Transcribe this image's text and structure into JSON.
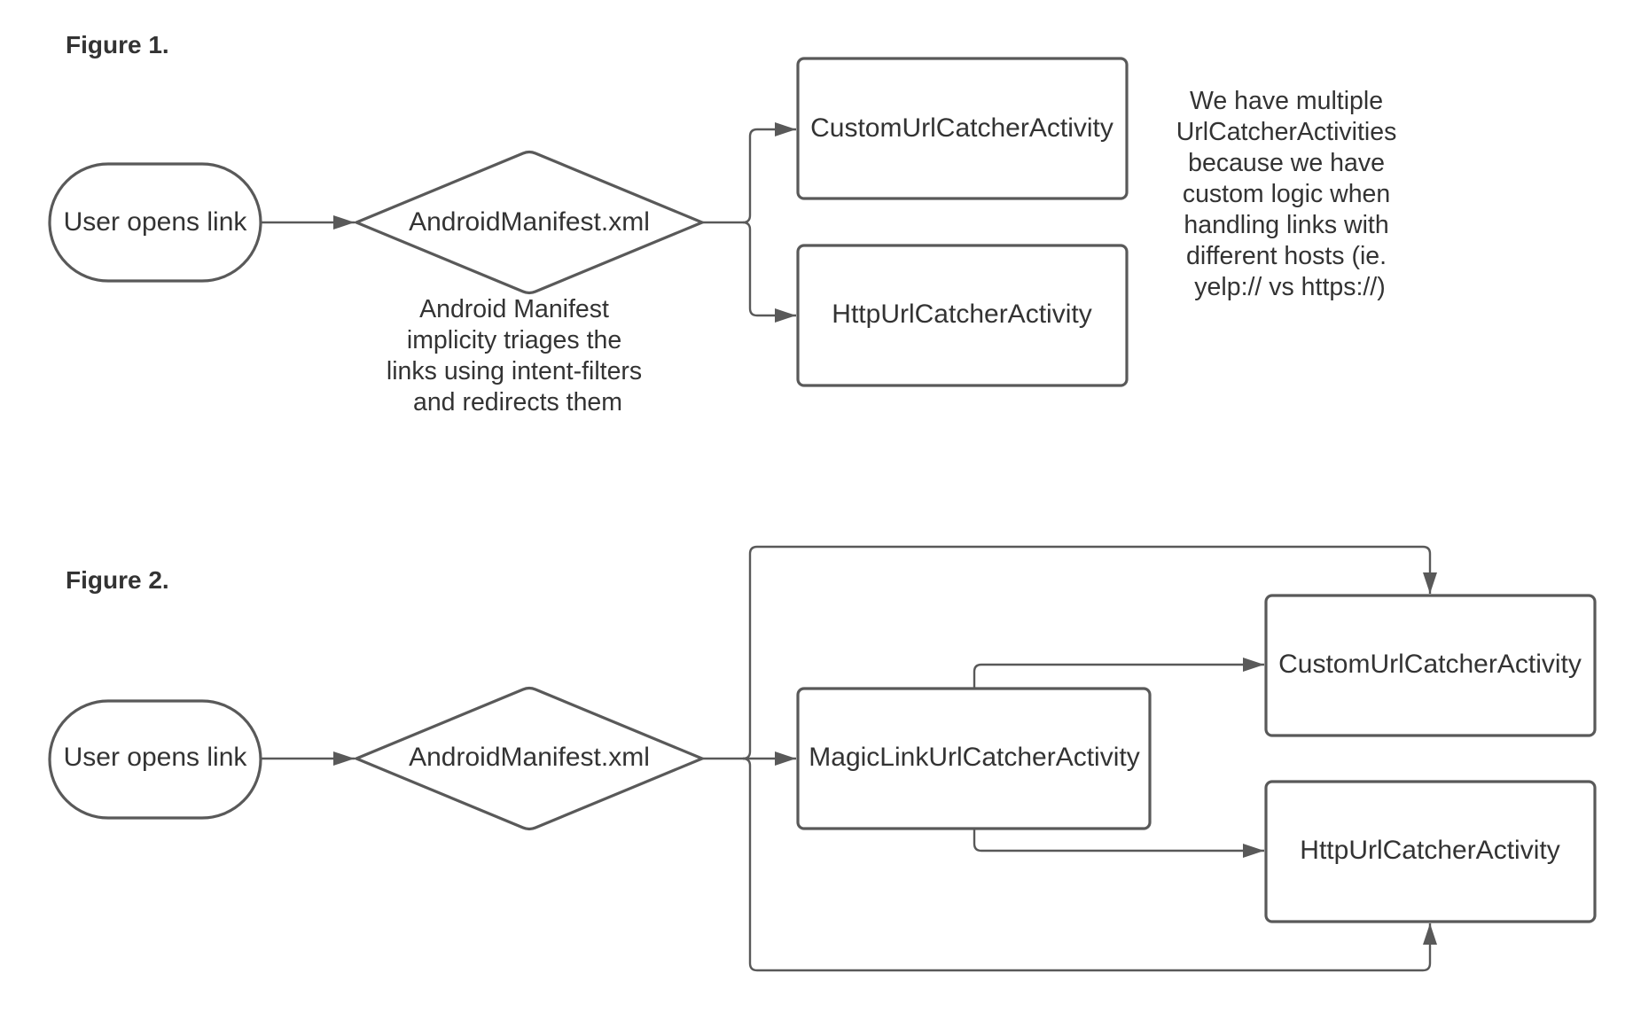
{
  "figure1": {
    "title": "Figure 1.",
    "start": "User opens link",
    "decision": "AndroidManifest.xml",
    "target_custom": "CustomUrlCatcherActivity",
    "target_http": "HttpUrlCatcherActivity",
    "manifest_note": [
      "Android Manifest",
      "implicity triages the",
      "links using intent-filters",
      "and redirects them"
    ],
    "side_note": [
      "We have multiple",
      "UrlCatcherActivities",
      "because we have",
      "custom logic when",
      "handling links with",
      "different hosts (ie.",
      "yelp:// vs https://)"
    ]
  },
  "figure2": {
    "title": "Figure 2.",
    "start": "User opens link",
    "decision": "AndroidManifest.xml",
    "magic": "MagicLinkUrlCatcherActivity",
    "target_custom": "CustomUrlCatcherActivity",
    "target_http": "HttpUrlCatcherActivity"
  },
  "colors": {
    "stroke": "#595959",
    "text": "#333333",
    "background": "#ffffff"
  }
}
